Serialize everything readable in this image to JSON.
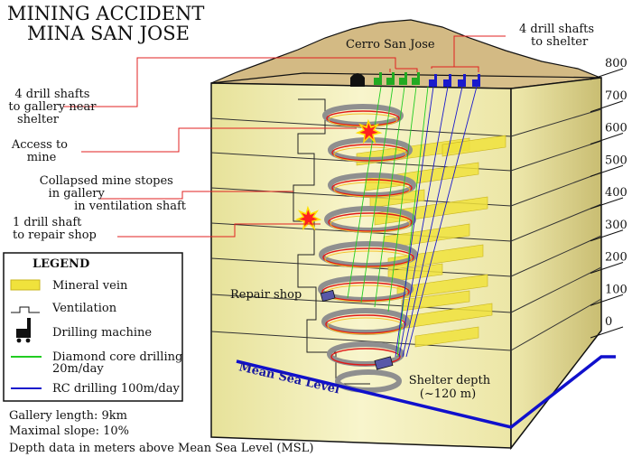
{
  "title": {
    "line1": "MINING ACCIDENT",
    "line2": "MINA SAN JOSE"
  },
  "mountain": {
    "label": "Cerro San Jose"
  },
  "callouts": {
    "right_top": [
      "4 drill shafts",
      "to shelter"
    ],
    "drill_gallery": [
      "4 drill shafts",
      "to gallery near",
      "shelter"
    ],
    "access": [
      "Access to",
      "mine"
    ],
    "collapsed": [
      "Collapsed mine stopes",
      "in gallery",
      "in ventilation shaft"
    ],
    "repair_shaft": [
      "1 drill shaft",
      "to repair shop"
    ],
    "repair_shop": "Repair shop",
    "mean_sea_level": "Mean Sea Level",
    "shelter_depth": [
      "Shelter depth",
      "(~120 m)"
    ]
  },
  "depth_axis": {
    "ticks": [
      "800",
      "700",
      "600",
      "500",
      "400",
      "300",
      "200",
      "100",
      "0"
    ],
    "values": [
      800,
      700,
      600,
      500,
      400,
      300,
      200,
      100,
      0
    ]
  },
  "legend": {
    "title": "LEGEND",
    "items": [
      {
        "icon": "mineral-vein-swatch",
        "label": [
          "Mineral vein"
        ]
      },
      {
        "icon": "ventilation-line",
        "label": [
          "Ventilation"
        ]
      },
      {
        "icon": "drilling-machine-icon",
        "label": [
          "Drilling machine"
        ]
      },
      {
        "icon": "green-line",
        "label": [
          "Diamond core drilling",
          "20m/day"
        ]
      },
      {
        "icon": "blue-line",
        "label": [
          "RC drilling 100m/day"
        ]
      }
    ]
  },
  "notes": [
    "Gallery length:  9km",
    "Maximal slope:  10%",
    "Depth data in meters above Mean Sea Level (MSL)"
  ],
  "colors": {
    "rock_front": "#f1eeb2",
    "rock_side": "#d8cf8a",
    "mountain": "#d3ba84",
    "vein": "#f0e23c",
    "gallery": "#8f8f8f",
    "diamond_drill": "#22cc22",
    "rc_drill": "#1a1acc",
    "callout_line": "#e02020",
    "sea_level": "#1010cc"
  }
}
